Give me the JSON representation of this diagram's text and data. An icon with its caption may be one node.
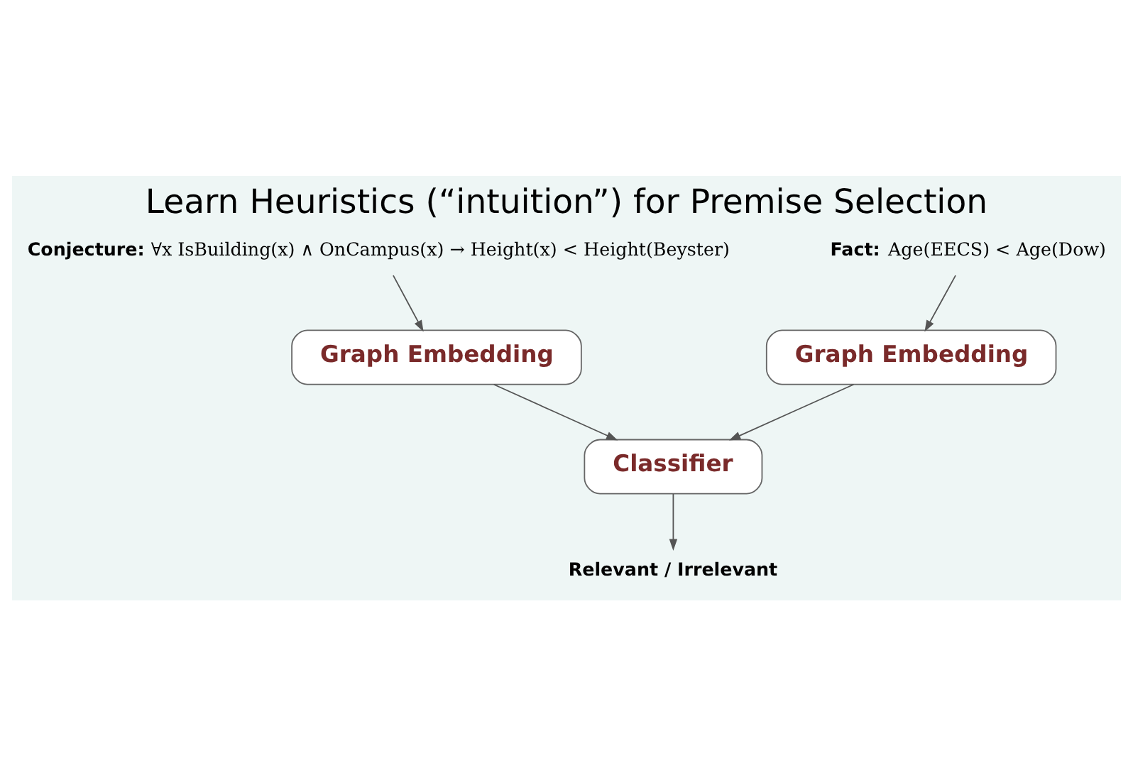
{
  "diagram": {
    "title": "Learn Heuristics (“intuition”) for Premise Selection",
    "nodes": [
      {
        "text": [
          "Conjecture:",
          "∀x IsBuilding(x) ∧ OnCampus(x) → Height(x) < Height(Beyster)"
        ]
      },
      {
        "text": [
          "Fact:",
          "Age(EECS) < Age(Dow)"
        ]
      },
      {
        "text": [
          "Graph Embedding"
        ]
      },
      {
        "text": [
          "Graph Embedding"
        ]
      },
      {
        "text": [
          "Classifier"
        ]
      },
      {
        "text": [
          "Relevant / Irrelevant"
        ]
      }
    ],
    "edges": [
      {
        "from": 0,
        "to": 2,
        "arrow": "to"
      },
      {
        "from": 1,
        "to": 3,
        "arrow": "to"
      },
      {
        "from": 2,
        "to": 4,
        "arrow": "to"
      },
      {
        "from": 3,
        "to": 4,
        "arrow": "to"
      },
      {
        "from": 4,
        "to": 5,
        "arrow": "to"
      }
    ]
  }
}
